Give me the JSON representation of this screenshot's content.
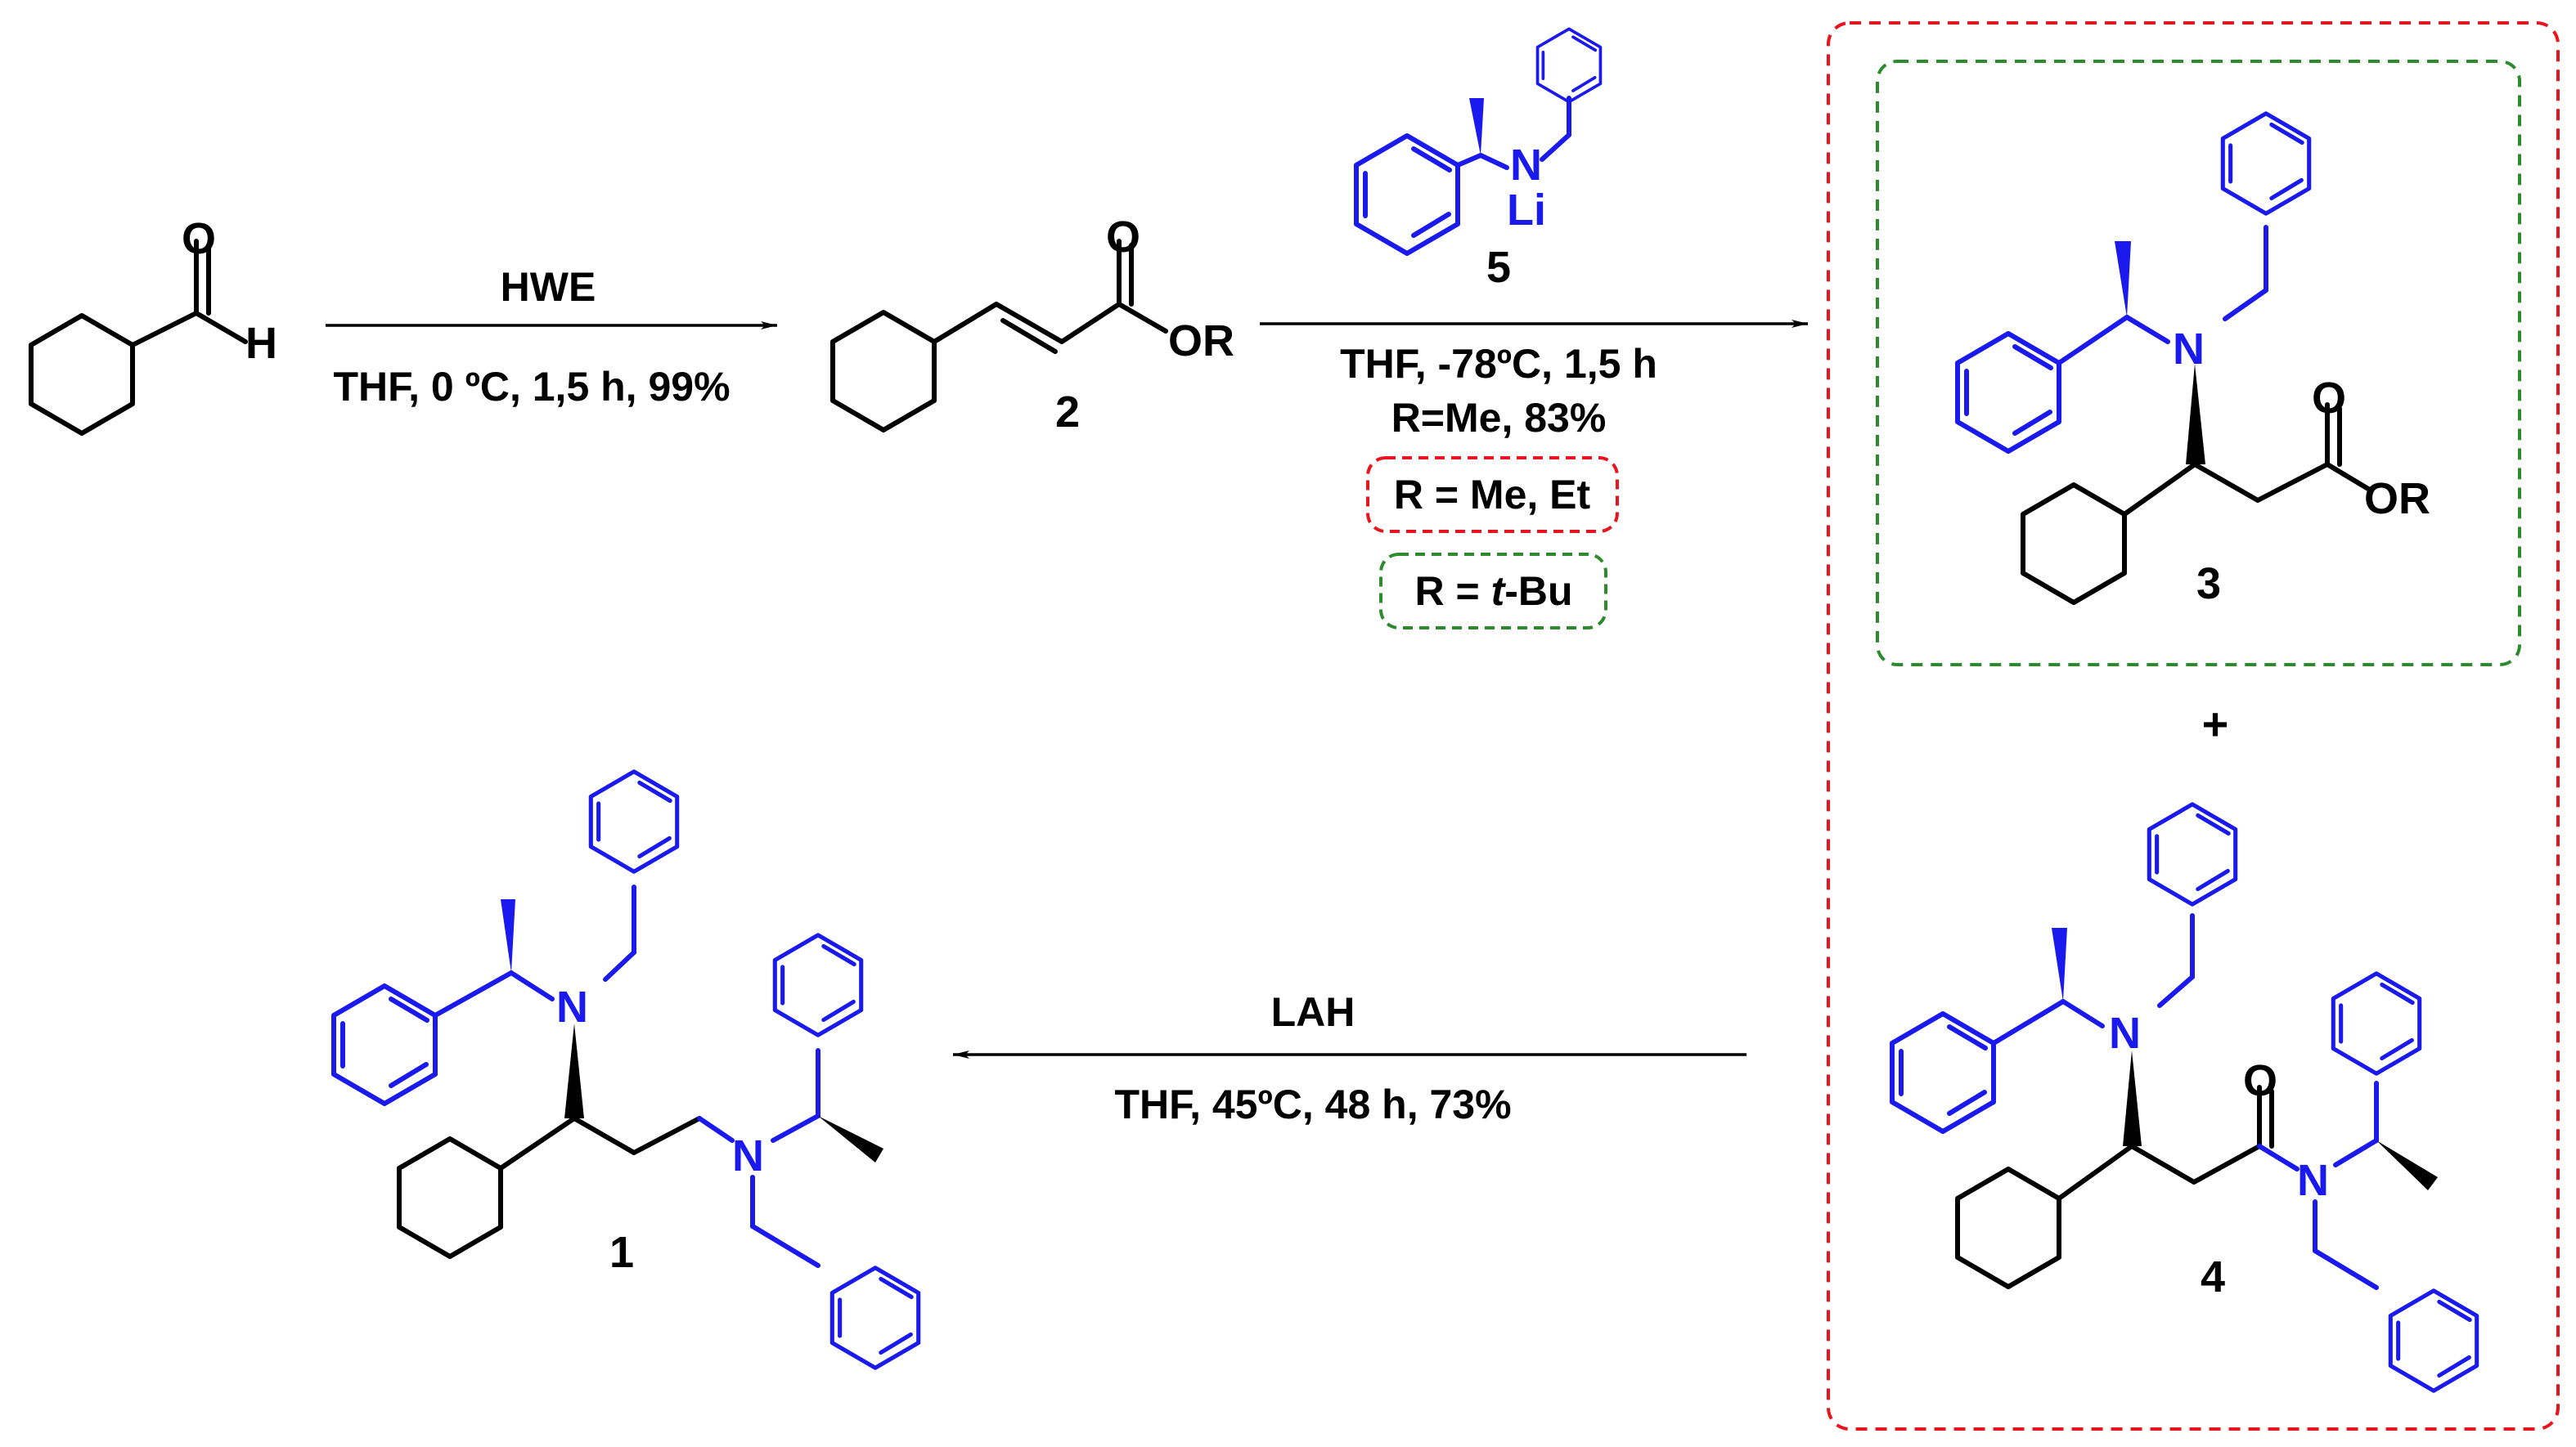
{
  "conditions": {
    "step1_top": "HWE",
    "step1_bottom": "THF, 0 ºC, 1,5 h, 99%",
    "step2_line1": "THF, -78ºC, 1,5 h",
    "step2_line2": "R=Me, 83%",
    "box_red": "R = Me, Et",
    "box_green_prefix": "R = ",
    "box_green_italic": "t",
    "box_green_suffix": "-Bu",
    "step3_top": "LAH",
    "step3_bottom": "THF, 45ºC, 48 h, 73%"
  },
  "compound_labels": {
    "c1": "1",
    "c2": "2",
    "c3": "3",
    "c4": "4",
    "c5": "5",
    "plus": "+"
  },
  "atoms": {
    "O": "O",
    "H": "H",
    "OR": "OR",
    "N": "N",
    "Li": "Li"
  },
  "colors": {
    "reagent_blue": "#1a1aee",
    "box_red": "#e8141e",
    "box_green": "#2d8a2d",
    "ink": "#000000"
  }
}
